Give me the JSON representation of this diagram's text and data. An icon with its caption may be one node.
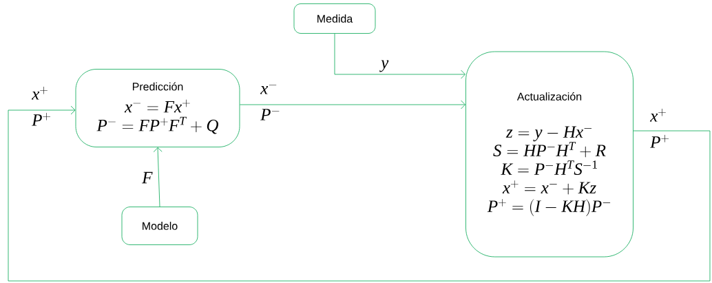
{
  "diagram": {
    "nodes": [
      {
        "text": [
          "Medida"
        ]
      },
      {
        "text": [
          "Predicción",
          "x^{-} = Fx^{+}",
          "P^{-} = FP^{+}F^{T} + Q"
        ]
      },
      {
        "text": [
          "Actualización",
          "z = y - Hx^{-}",
          "S = HP^{-}H^{T} + R",
          "K = P^{-}H^{T}S^{-1}",
          "x^{+} = x^{-} + Kz",
          "P^{+} = (I - KH)P^{-}"
        ]
      },
      {
        "text": [
          "Modelo"
        ]
      }
    ],
    "edges": [
      {
        "from": 0,
        "to": 2,
        "arrow": "to",
        "label": "y"
      },
      {
        "from": 1,
        "to": 2,
        "arrow": "to",
        "label": "\\begin{array}{l}x^{-}\\\\[10pt]P^{-}\\end{array}"
      },
      {
        "from": 2,
        "to": 1,
        "arrow": "to",
        "label": "\\begin{array}{l}x^{+}\\\\[10pt]P^{+}\\end{array}"
      },
      {
        "from": 3,
        "to": 1,
        "arrow": "to",
        "label": "F"
      }
    ],
    "labels": [
      "\\begin{array}{l}x^{+}\\\\[10pt]P^{+}\\end{array}"
    ]
  }
}
